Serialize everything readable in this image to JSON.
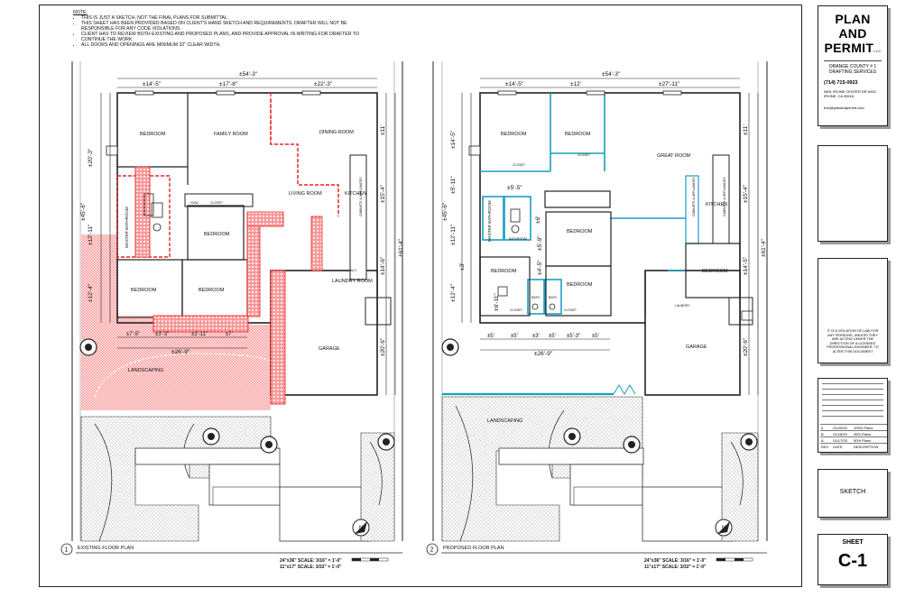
{
  "notes": {
    "heading": "NOTE:",
    "items": [
      "THIS IS JUST A SKETCH, NOT THE FINAL PLANS FOR SUBMITTAL.",
      "THIS SHEET HAS BEEN PROVIDED BASED ON CLIENT'S HAND SKETCH AND REQUIREMENTS. DRAFTER WILL NOT BE RESPONSIBLE FOR ANY CODE VIOLATIONS.",
      "CLIENT HAS TO REVIEW BOTH EXISTING AND PROPOSED PLANS, AND PROVIDE APPROVAL IN WRITING FOR DRAFTER TO CONTINUE THE WORK.",
      "ALL DOORS AND OPENINGS ARE MINIMUM 32\" CLEAR WIDTH."
    ]
  },
  "existing_plan": {
    "number": "1",
    "title": "EXISTING FLOOR PLAN",
    "dims_top": {
      "overall": "±54'-3\"",
      "a": "±14'-5\"",
      "b": "±17'-8\"",
      "c": "±22'-3\""
    },
    "dims_left": {
      "a": "±20'-3\"",
      "b": "±45'-6\"",
      "c": "±12'-11\"",
      "d": "±12'-4\""
    },
    "dims_right": {
      "a": "±11'",
      "b": "±15'-4\"",
      "c": "±61'-4\"",
      "d": "±14'-6\"",
      "e": "±20'-6\""
    },
    "dims_bottom": {
      "a": "±7'-5\"",
      "b": "±3'-3\"",
      "c": "±3'-11\"",
      "d": "±7'",
      "overall": "±26'-9\""
    },
    "rooms": {
      "bedroom_1": "BEDROOM",
      "family_room": "FAMILY ROOM",
      "dining_room": "DINING ROOM",
      "living_room": "LIVING ROOM",
      "kitchen": "KITCHEN",
      "master_bathroom": "MASTER BATHROOM",
      "bedroom_2": "BEDROOM",
      "bedroom_3": "BEDROOM",
      "bedroom_4": "BEDROOM",
      "laundry_room": "LAUNDRY ROOM",
      "garage": "GARAGE",
      "landscaping": "LANDSCAPING",
      "hvac": "HVAC",
      "closet": "CLOSET",
      "cabinets": "CABINETS & APPLIANCES",
      "wh": "W.H."
    },
    "scale_line1": "24\"x36\" SCALE: 3/16\" = 1'-0\"",
    "scale_line2": "11\"x17\" SCALE: 3/32\" = 1'-0\""
  },
  "proposed_plan": {
    "number": "2",
    "title": "PROPOSED FLOOR PLAN",
    "dims_top": {
      "overall": "±54'-3\"",
      "a": "±14'-5\"",
      "b": "±12'",
      "c": "±27'-11\""
    },
    "dims_left": {
      "a": "±14'-5\"",
      "b": "±5'-11\"",
      "c": "±45'-6\"",
      "d": "±12'-11\"",
      "e": "±3'",
      "f": "±12'-4\"",
      "g": "±6'-11\""
    },
    "dims_inner": {
      "a": "±5'-5\"",
      "b": "±6'",
      "c": "±5'-9\"",
      "d": "±4'-5\""
    },
    "dims_right": {
      "a": "±11'",
      "b": "±15'-4\"",
      "c": "±61'-4\"",
      "d": "±14'-5\"",
      "e": "±20'-6\""
    },
    "dims_bottom": {
      "a": "±5'",
      "b": "±5'",
      "c": "±3'",
      "d": "±5'",
      "e": "±5'-3\"",
      "f": "±5'",
      "overall": "±26'-9\""
    },
    "rooms": {
      "bedroom_1": "BEDROOM",
      "bedroom_2": "BEDROOM",
      "great_room": "GREAT ROOM",
      "kitchen": "KITCHEN",
      "master_bathroom": "MASTER BATHROOM",
      "bathroom": "BATHROOM",
      "bedroom_3": "BEDROOM",
      "bedroom_4": "BEDROOM",
      "bedroom_5": "BEDROOM",
      "bedroom_6": "BEDROOM",
      "bath": "BATH",
      "garage": "GARAGE",
      "landscaping": "LANDSCAPING",
      "closet": "CLOSET",
      "cabinets": "CABINETS & APPLIANCES",
      "laundry": "LAUNDRY"
    },
    "scale_line1": "24\"x36\" SCALE: 3/16\" = 1'-0\"",
    "scale_line2": "11\"x17\" SCALE: 3/32\" = 1'-0\""
  },
  "north_label": "N",
  "title_block": {
    "brand_line1": "PLAN",
    "brand_line2": "AND",
    "brand_line3": "PERMIT",
    "brand_suffix": "LLC",
    "tagline": "ORANGE COUNTY # 1 DRAFTING SERVICES",
    "phone": "(714) 715-0923",
    "address_line1": "9891 IRVINE CENTER DR #200",
    "address_line2": "IRVINE, CA 92618",
    "email": "bob@planandpermit.com",
    "warning": "IT IS A VIOLATION OF LAW FOR ANY PERSONS, UNLESS THEY ARE ACTING UNDER THE DIRECTION OF A LICENSED PROFESSIONAL ENGINEER, TO ALTER THIS DOCUMENT",
    "revisions": [
      {
        "rev": "0",
        "date": "01/29/20",
        "desc": "100% Plans"
      },
      {
        "rev": "B",
        "date": "01/18/20",
        "desc": "95% Plans"
      },
      {
        "rev": "A",
        "date": "01/17/20",
        "desc": "90% Plans"
      }
    ],
    "rev_headers": {
      "rev": "REV",
      "date": "DATE",
      "desc": "DESCRIPTION"
    },
    "sketch_label": "SKETCH",
    "sheet_label": "SHEET",
    "sheet_number": "C-1"
  }
}
